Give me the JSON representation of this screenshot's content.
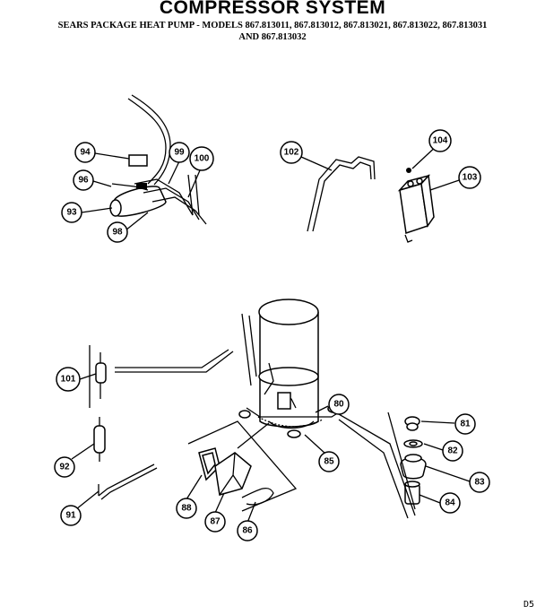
{
  "title": "COMPRESSOR SYSTEM",
  "subtitle_line1": "SEARS PACKAGE HEAT PUMP - MODELS 867.813011, 867.813012, 867.813021, 867.813022, 867.813031",
  "subtitle_line2": "AND 867.813032",
  "page_code": "D5",
  "callouts": {
    "c80": "80",
    "c81": "81",
    "c82": "82",
    "c83": "83",
    "c84": "84",
    "c85": "85",
    "c86": "86",
    "c87": "87",
    "c88": "88",
    "c91": "91",
    "c92": "92",
    "c93": "93",
    "c94": "94",
    "c96": "96",
    "c98": "98",
    "c99": "99",
    "c100": "100",
    "c101": "101",
    "c102": "102",
    "c103": "103",
    "c104": "104"
  }
}
